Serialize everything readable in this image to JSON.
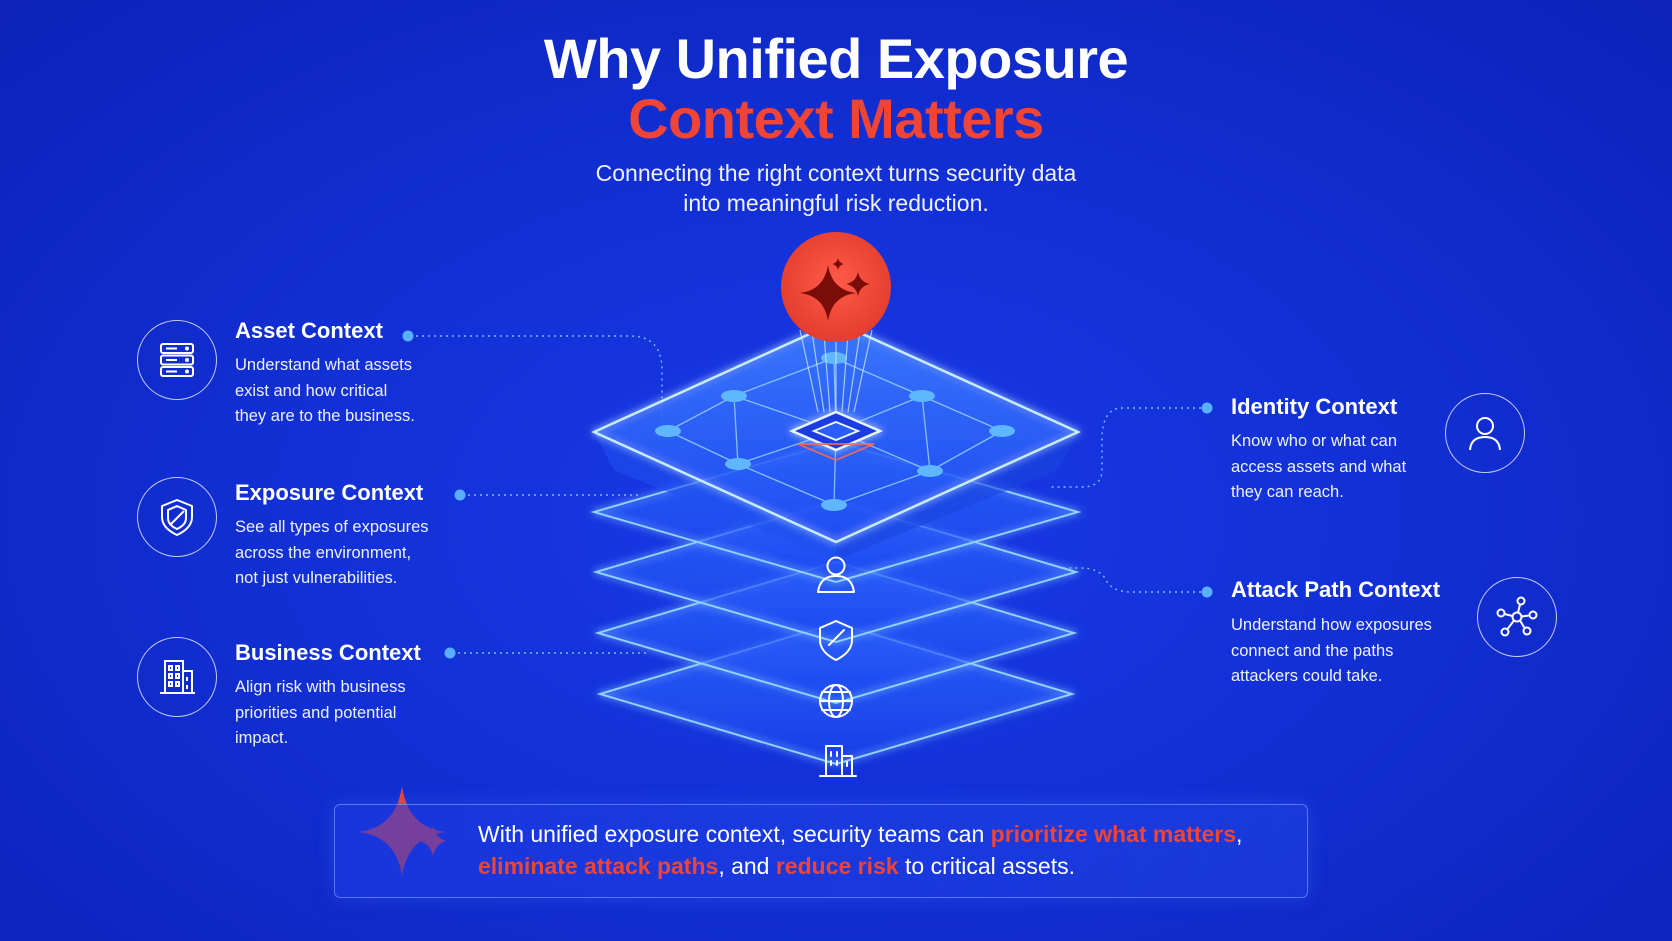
{
  "title": {
    "line1": "Why Unified Exposure",
    "line2": "Context Matters"
  },
  "subtitle": {
    "line1": "Connecting the right context turns security data",
    "line2": "into meaningful risk reduction."
  },
  "contexts": {
    "asset": {
      "title": "Asset Context",
      "desc": [
        "Understand what assets",
        "exist and how critical",
        "they are to the business."
      ],
      "icon": "server-icon"
    },
    "exposure": {
      "title": "Exposure Context",
      "desc": [
        "See all types of exposures",
        "across the environment,",
        "not just vulnerabilities."
      ],
      "icon": "shield-icon"
    },
    "business": {
      "title": "Business Context",
      "desc": [
        "Align risk with business",
        "priorities and potential",
        "impact."
      ],
      "icon": "building-icon"
    },
    "identity": {
      "title": "Identity Context",
      "desc": [
        "Know who or what can",
        "access assets and what",
        "they can reach."
      ],
      "icon": "user-icon"
    },
    "attack_path": {
      "title": "Attack Path Context",
      "desc": [
        "Understand how exposures",
        "connect and the paths",
        "attackers could take."
      ],
      "icon": "network-icon"
    }
  },
  "callout": {
    "t1": "With unified exposure context, security teams can ",
    "h1": "prioritize what matters",
    "t2": ",",
    "h2": "eliminate attack paths",
    "t3": ", and ",
    "h3": "reduce risk",
    "t4": " to critical assets."
  },
  "colors": {
    "background": "#1230d6",
    "accent": "#ef4436",
    "glow": "#7fc4ff"
  }
}
